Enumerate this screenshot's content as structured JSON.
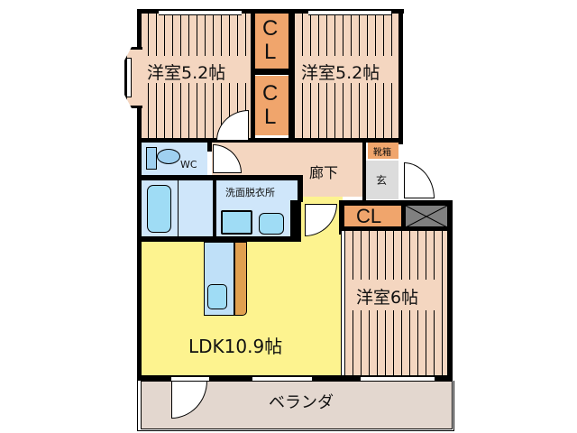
{
  "floorplan": {
    "rooms": [
      {
        "id": "western-room-1",
        "label": "洋室5.2帖",
        "type": "洋室",
        "size_jo": 5.2
      },
      {
        "id": "western-room-2",
        "label": "洋室5.2帖",
        "type": "洋室",
        "size_jo": 5.2
      },
      {
        "id": "western-room-3",
        "label": "洋室6帖",
        "type": "洋室",
        "size_jo": 6
      },
      {
        "id": "ldk",
        "label": "LDK10.9帖",
        "type": "LDK",
        "size_jo": 10.9
      },
      {
        "id": "hallway",
        "label": "廊下"
      },
      {
        "id": "entrance",
        "label": "玄"
      },
      {
        "id": "shoe-cabinet",
        "label": "靴箱"
      },
      {
        "id": "washroom",
        "label": "洗面脱衣所"
      },
      {
        "id": "toilet",
        "label": "WC"
      },
      {
        "id": "balcony",
        "label": "ベランダ"
      }
    ],
    "closets": [
      {
        "id": "closet-1",
        "label_line1": "C",
        "label_line2": "L"
      },
      {
        "id": "closet-2",
        "label_line1": "C",
        "label_line2": "L"
      },
      {
        "id": "closet-3",
        "label": "CL"
      }
    ],
    "colors": {
      "western": "#f4d6c0",
      "closet": "#f0a56c",
      "ldk": "#fdf38f",
      "wet_area": "#cfe6fa",
      "entrance": "#dcdcdc",
      "balcony": "#e3d7cf",
      "wall": "#000000",
      "pipe_space": "#808080"
    }
  }
}
